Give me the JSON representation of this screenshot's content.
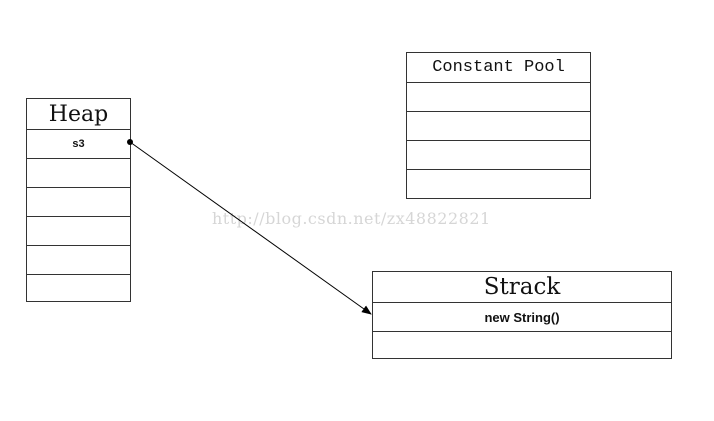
{
  "heap": {
    "title": "Heap",
    "cells": [
      "s3",
      "",
      "",
      "",
      "",
      ""
    ]
  },
  "constant_pool": {
    "title": "Constant Pool",
    "cells": [
      "",
      "",
      "",
      ""
    ]
  },
  "stack": {
    "title": "Strack",
    "cells": [
      "new String()",
      ""
    ]
  },
  "watermark": "http://blog.csdn.net/zx48822821",
  "colors": {
    "line": "#000000",
    "border": "#333333",
    "watermark": "#d6d6d6"
  }
}
